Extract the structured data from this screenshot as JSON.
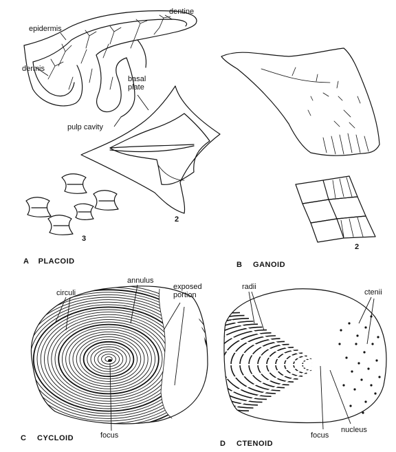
{
  "panels": {
    "a": {
      "letter": "A",
      "caption": "PLACOID",
      "labels": {
        "epidermis": "epidermis",
        "dentine": "dentine",
        "dermis": "dermis",
        "basal_plate": "basal\nplate",
        "pulp_cavity": "pulp cavity"
      },
      "numbers": {
        "fig2": "2",
        "fig3": "3"
      }
    },
    "b": {
      "letter": "B",
      "caption": "GANOID",
      "numbers": {
        "fig2": "2"
      }
    },
    "c": {
      "letter": "C",
      "caption": "CYCLOID",
      "labels": {
        "circuli": "circuli",
        "annulus": "annulus",
        "exposed_portion": "exposed\nportion",
        "focus": "focus"
      }
    },
    "d": {
      "letter": "D",
      "caption": "CTENOID",
      "labels": {
        "radii": "radii",
        "ctenii": "ctenii",
        "focus": "focus",
        "nucleus": "nucleus"
      }
    }
  }
}
